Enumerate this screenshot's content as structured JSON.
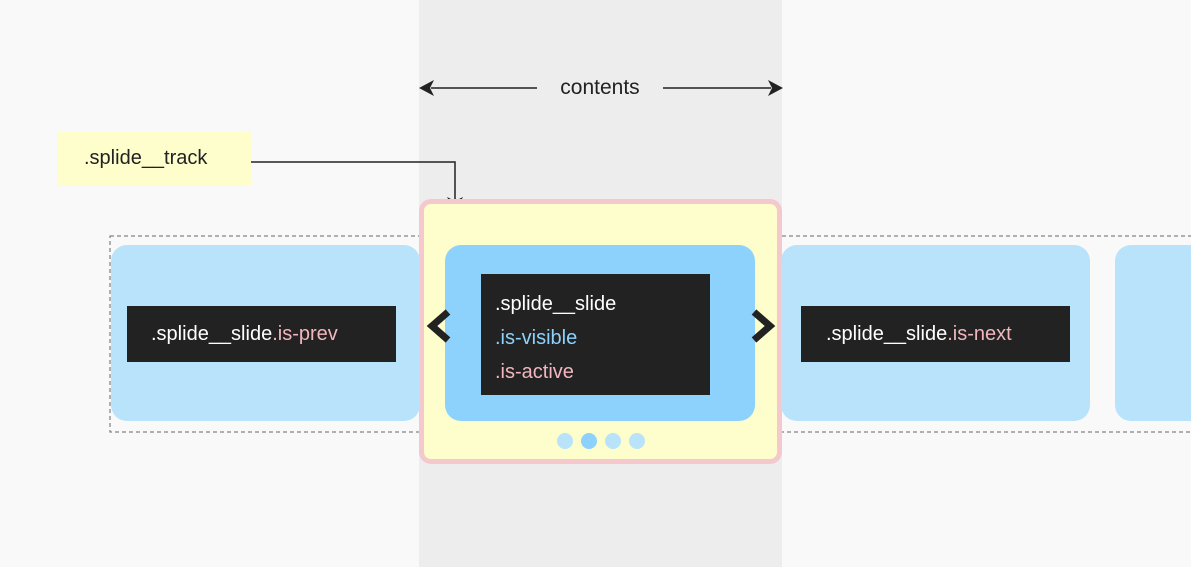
{
  "contents_label": "contents",
  "track_label": ".splide__track",
  "slides": {
    "prev": {
      "base": ".splide__slide",
      "modifier": ".is-prev"
    },
    "current": {
      "base": ".splide__slide",
      "visible": ".is-visible",
      "active": ".is-active"
    },
    "next": {
      "base": ".splide__slide",
      "modifier": ".is-next"
    }
  },
  "pagination": {
    "count": 4,
    "active_index": 1
  },
  "icons": {
    "prev_arrow": "chevron-left-icon",
    "next_arrow": "chevron-right-icon"
  },
  "colors": {
    "content_band": "#ededed",
    "track_fill": "#fdfecb",
    "track_border": "#f5c8ce",
    "slide": "#b9e3fb",
    "slide_active": "#8cd2fc",
    "label_bg": "#222222",
    "modifier_pink": "#f0b7be",
    "modifier_blue": "#8cd2fc"
  }
}
